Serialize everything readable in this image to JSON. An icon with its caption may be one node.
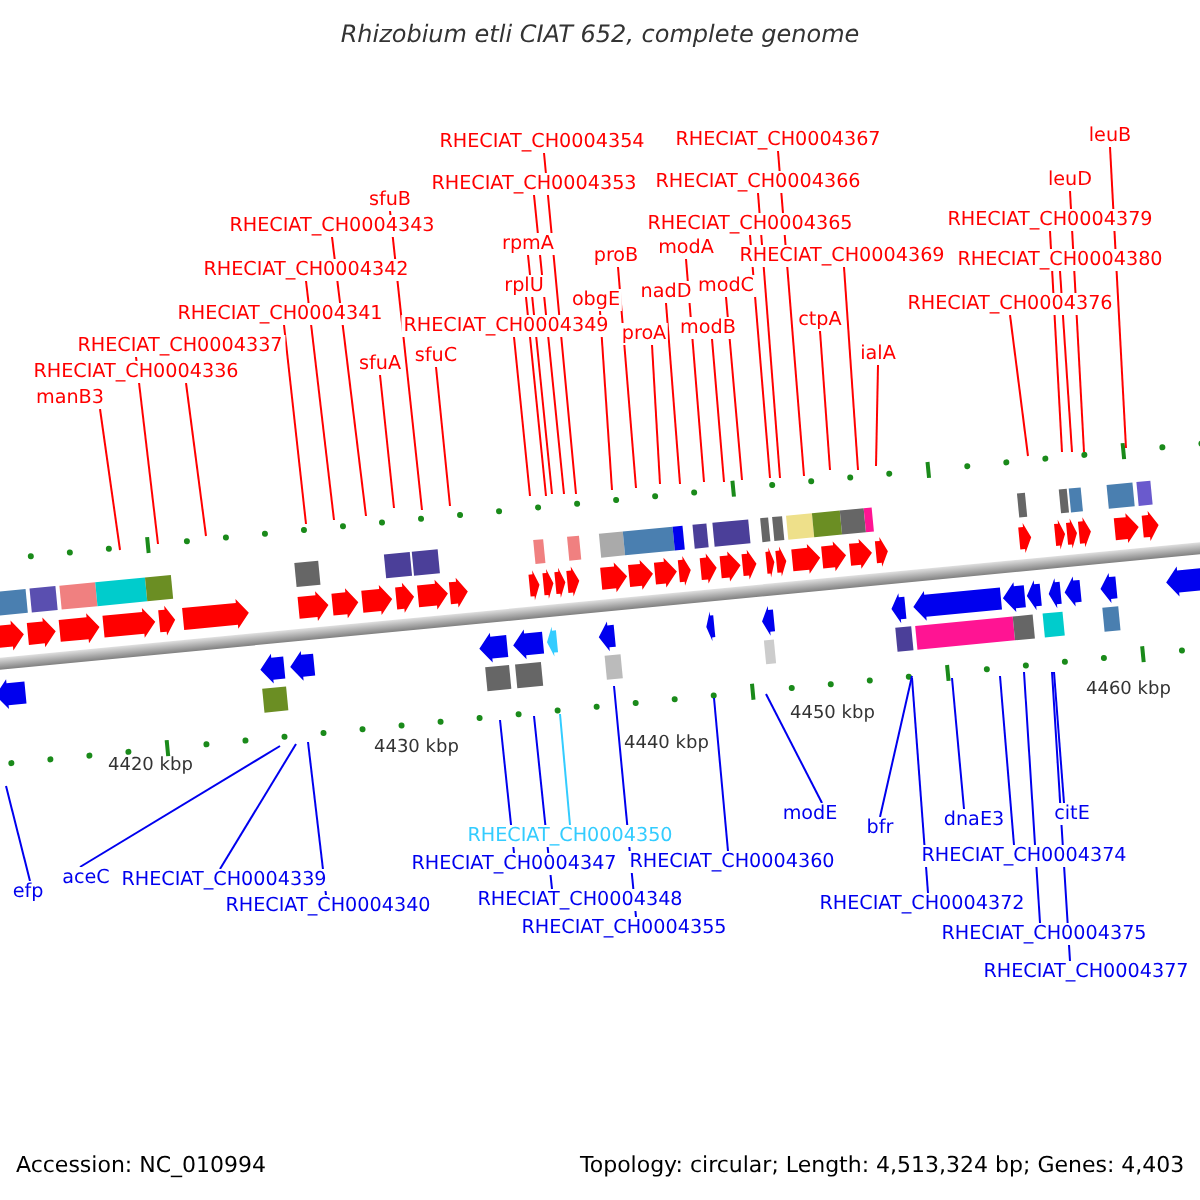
{
  "diagram": {
    "title": "Rhizobium etli CIAT 652, complete genome",
    "nodes": [
      {
        "text": [
          "RHECIAT_CH0004354"
        ]
      },
      {
        "text": [
          "RHECIAT_CH0004353"
        ]
      },
      {
        "text": [
          "sfuB"
        ]
      },
      {
        "text": [
          "RHECIAT_CH0004343"
        ]
      },
      {
        "text": [
          "rpmA"
        ]
      },
      {
        "text": [
          "RHECIAT_CH0004342"
        ]
      },
      {
        "text": [
          "rplU"
        ]
      },
      {
        "text": [
          "obgE"
        ]
      },
      {
        "text": [
          "RHECIAT_CH0004341"
        ]
      },
      {
        "text": [
          "RHECIAT_CH0004349"
        ]
      },
      {
        "text": [
          "RHECIAT_CH0004337"
        ]
      },
      {
        "text": [
          "sfuC"
        ]
      },
      {
        "text": [
          "sfuA"
        ]
      },
      {
        "text": [
          "RHECIAT_CH0004336"
        ]
      },
      {
        "text": [
          "manB3"
        ]
      },
      {
        "text": [
          "RHECIAT_CH0004367"
        ]
      },
      {
        "text": [
          "RHECIAT_CH0004366"
        ]
      },
      {
        "text": [
          "RHECIAT_CH0004365"
        ]
      },
      {
        "text": [
          "modA"
        ]
      },
      {
        "text": [
          "proB"
        ]
      },
      {
        "text": [
          "RHECIAT_CH0004369"
        ]
      },
      {
        "text": [
          "nadD"
        ]
      },
      {
        "text": [
          "modC"
        ]
      },
      {
        "text": [
          "modB"
        ]
      },
      {
        "text": [
          "proA"
        ]
      },
      {
        "text": [
          "ctpA"
        ]
      },
      {
        "text": [
          "ialA"
        ]
      },
      {
        "text": [
          "RHECIAT_CH0004376"
        ]
      },
      {
        "text": [
          "RHECIAT_CH0004379"
        ]
      },
      {
        "text": [
          "RHECIAT_CH0004380"
        ]
      },
      {
        "text": [
          "leuD"
        ]
      },
      {
        "text": [
          "leuB"
        ]
      },
      {
        "text": [
          "efp"
        ]
      },
      {
        "text": [
          "aceC"
        ]
      },
      {
        "text": [
          "RHECIAT_CH0004339"
        ]
      },
      {
        "text": [
          "RHECIAT_CH0004340"
        ]
      },
      {
        "text": [
          "RHECIAT_CH0004350"
        ]
      },
      {
        "text": [
          "RHECIAT_CH0004347"
        ]
      },
      {
        "text": [
          "RHECIAT_CH0004348"
        ]
      },
      {
        "text": [
          "RHECIAT_CH0004355"
        ]
      },
      {
        "text": [
          "RHECIAT_CH0004360"
        ]
      },
      {
        "text": [
          "modE"
        ]
      },
      {
        "text": [
          "bfr"
        ]
      },
      {
        "text": [
          "dnaE3"
        ]
      },
      {
        "text": [
          "citE"
        ]
      },
      {
        "text": [
          "RHECIAT_CH0004374"
        ]
      },
      {
        "text": [
          "RHECIAT_CH0004372"
        ]
      },
      {
        "text": [
          "RHECIAT_CH0004375"
        ]
      },
      {
        "text": [
          "RHECIAT_CH0004377"
        ]
      }
    ],
    "edges": [
      {
        "from": 0,
        "to": null,
        "arrow": "none"
      },
      {
        "from": 1,
        "to": null,
        "arrow": "none"
      },
      {
        "from": 2,
        "to": null,
        "arrow": "none"
      },
      {
        "from": 3,
        "to": null,
        "arrow": "none"
      },
      {
        "from": 4,
        "to": null,
        "arrow": "none"
      },
      {
        "from": 5,
        "to": null,
        "arrow": "none"
      },
      {
        "from": 6,
        "to": null,
        "arrow": "none"
      },
      {
        "from": 7,
        "to": null,
        "arrow": "none"
      },
      {
        "from": 8,
        "to": null,
        "arrow": "none"
      },
      {
        "from": 9,
        "to": null,
        "arrow": "none"
      },
      {
        "from": 10,
        "to": null,
        "arrow": "none"
      },
      {
        "from": 11,
        "to": null,
        "arrow": "none"
      },
      {
        "from": 12,
        "to": null,
        "arrow": "none"
      },
      {
        "from": 13,
        "to": null,
        "arrow": "none"
      },
      {
        "from": 14,
        "to": null,
        "arrow": "none"
      },
      {
        "from": 15,
        "to": null,
        "arrow": "none"
      },
      {
        "from": 16,
        "to": null,
        "arrow": "none"
      },
      {
        "from": 17,
        "to": null,
        "arrow": "none"
      },
      {
        "from": 18,
        "to": null,
        "arrow": "none"
      },
      {
        "from": 19,
        "to": null,
        "arrow": "none"
      },
      {
        "from": 20,
        "to": null,
        "arrow": "none"
      },
      {
        "from": 21,
        "to": null,
        "arrow": "none"
      },
      {
        "from": 22,
        "to": null,
        "arrow": "none"
      },
      {
        "from": 23,
        "to": null,
        "arrow": "none"
      },
      {
        "from": 24,
        "to": null,
        "arrow": "none"
      },
      {
        "from": 25,
        "to": null,
        "arrow": "none"
      },
      {
        "from": 26,
        "to": null,
        "arrow": "none"
      },
      {
        "from": 27,
        "to": null,
        "arrow": "none"
      },
      {
        "from": 28,
        "to": null,
        "arrow": "none"
      },
      {
        "from": 29,
        "to": null,
        "arrow": "none"
      },
      {
        "from": 30,
        "to": null,
        "arrow": "none"
      },
      {
        "from": 31,
        "to": null,
        "arrow": "none"
      },
      {
        "from": 32,
        "to": null,
        "arrow": "none",
        "color": "#0000ee"
      },
      {
        "from": 33,
        "to": null,
        "arrow": "none",
        "color": "#0000ee"
      },
      {
        "from": 34,
        "to": null,
        "arrow": "none",
        "color": "#0000ee"
      },
      {
        "from": 35,
        "to": null,
        "arrow": "none",
        "color": "#0000ee"
      },
      {
        "from": 36,
        "to": null,
        "arrow": "none",
        "color": "#33ccff"
      },
      {
        "from": 37,
        "to": null,
        "arrow": "none",
        "color": "#0000ee"
      },
      {
        "from": 38,
        "to": null,
        "arrow": "none",
        "color": "#0000ee"
      },
      {
        "from": 39,
        "to": null,
        "arrow": "none",
        "color": "#0000ee"
      },
      {
        "from": 40,
        "to": null,
        "arrow": "none",
        "color": "#0000ee"
      },
      {
        "from": 41,
        "to": null,
        "arrow": "none",
        "color": "#0000ee"
      },
      {
        "from": 42,
        "to": null,
        "arrow": "none",
        "color": "#0000ee"
      },
      {
        "from": 43,
        "to": null,
        "arrow": "none",
        "color": "#0000ee"
      },
      {
        "from": 44,
        "to": null,
        "arrow": "none",
        "color": "#0000ee"
      },
      {
        "from": 45,
        "to": null,
        "arrow": "none",
        "color": "#0000ee"
      },
      {
        "from": 46,
        "to": null,
        "arrow": "none",
        "color": "#0000ee"
      },
      {
        "from": 47,
        "to": null,
        "arrow": "none",
        "color": "#0000ee"
      },
      {
        "from": 48,
        "to": null,
        "arrow": "none",
        "color": "#0000ee"
      }
    ],
    "labels": [
      "4420 kbp",
      "4430 kbp",
      "4440 kbp",
      "4450 kbp",
      "4460 kbp",
      "Accession: NC_010994",
      "Topology: circular; Length: 4,513,324 bp; Genes: 4,403"
    ]
  }
}
